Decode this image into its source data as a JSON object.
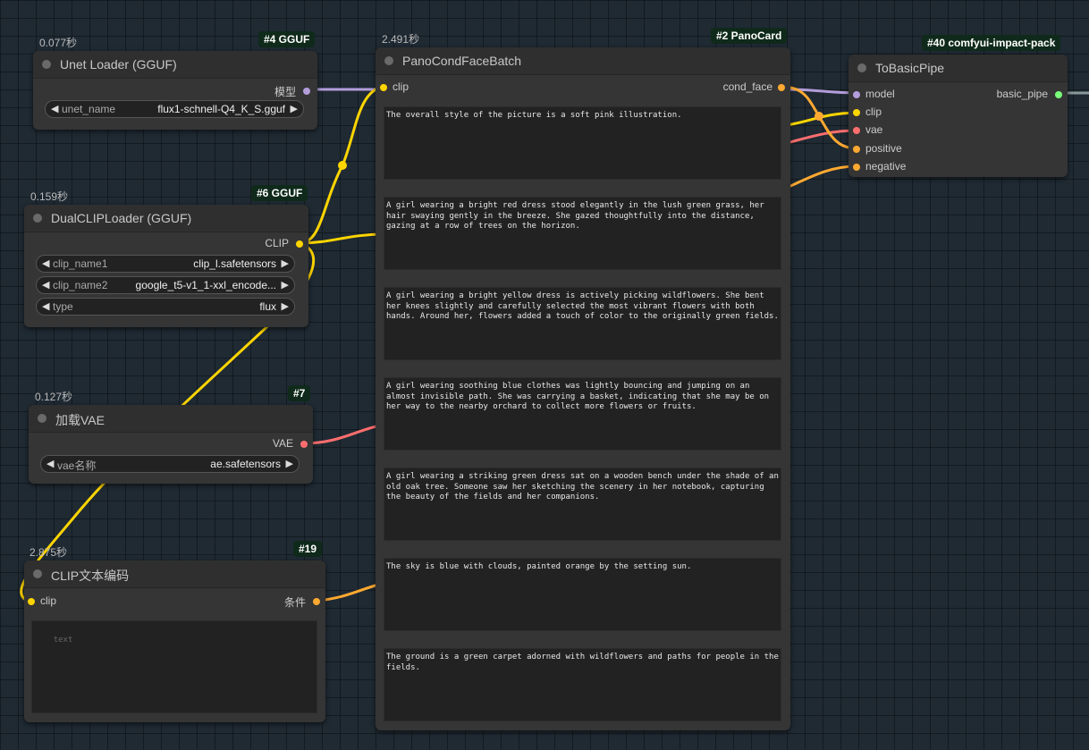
{
  "nodes": {
    "unet": {
      "timing": "0.077秒",
      "badge": "#4 GGUF",
      "title": "Unet Loader (GGUF)",
      "out_label": "模型",
      "w_unet_name": "unet_name",
      "w_unet_val": "flux1-schnell-Q4_K_S.gguf"
    },
    "dualclip": {
      "timing": "0.159秒",
      "badge": "#6 GGUF",
      "title": "DualCLIPLoader (GGUF)",
      "out_label": "CLIP",
      "w1_name": "clip_name1",
      "w1_val": "clip_l.safetensors",
      "w2_name": "clip_name2",
      "w2_val": "google_t5-v1_1-xxl_encode...",
      "w3_name": "type",
      "w3_val": "flux"
    },
    "vae": {
      "timing": "0.127秒",
      "badge": "#7",
      "title": "加载VAE",
      "out_label": "VAE",
      "w_name": "vae名称",
      "w_val": "ae.safetensors"
    },
    "clipenc": {
      "timing": "2.875秒",
      "badge": "#19",
      "title": "CLIP文本编码",
      "in_label": "clip",
      "out_label": "条件",
      "placeholder": "text"
    },
    "pano": {
      "timing": "2.491秒",
      "badge": "#2 PanoCard",
      "title": "PanoCondFaceBatch",
      "in_label": "clip",
      "out_label": "cond_face",
      "texts": [
        "The overall style of the picture is a soft pink illustration.",
        "A girl wearing a bright red dress stood elegantly in the lush green grass, her hair swaying gently in the breeze. She gazed thoughtfully into the distance, gazing at a row of trees on the horizon.",
        "A girl wearing a bright yellow dress is actively picking wildflowers. She bent her knees slightly and carefully selected the most vibrant flowers with both hands. Around her, flowers added a touch of color to the originally green fields.",
        "A girl wearing soothing blue clothes was lightly bouncing and jumping on an almost invisible path. She was carrying a basket, indicating that she may be on her way to the nearby orchard to collect more flowers or fruits.",
        "A girl wearing a striking green dress sat on a wooden bench under the shade of an old oak tree. Someone saw her sketching the scenery in her notebook, capturing the beauty of the fields and her companions.",
        "The sky is blue with clouds, painted orange by the setting sun.",
        "The ground is a green carpet adorned with wildflowers and paths for people in the fields."
      ]
    },
    "basicpipe": {
      "badge": "#40 comfyui-impact-pack",
      "title": "ToBasicPipe",
      "inputs": [
        "model",
        "clip",
        "vae",
        "positive",
        "negative"
      ],
      "out_label": "basic_pipe"
    }
  },
  "colors": {
    "model": "#b39ddb",
    "clip": "#ffd500",
    "vae": "#ff6e6e",
    "conditioning": "#ffa931",
    "pipe": "#7bff7b"
  },
  "icons": {
    "widget_left": "◀",
    "widget_right": "▶"
  }
}
